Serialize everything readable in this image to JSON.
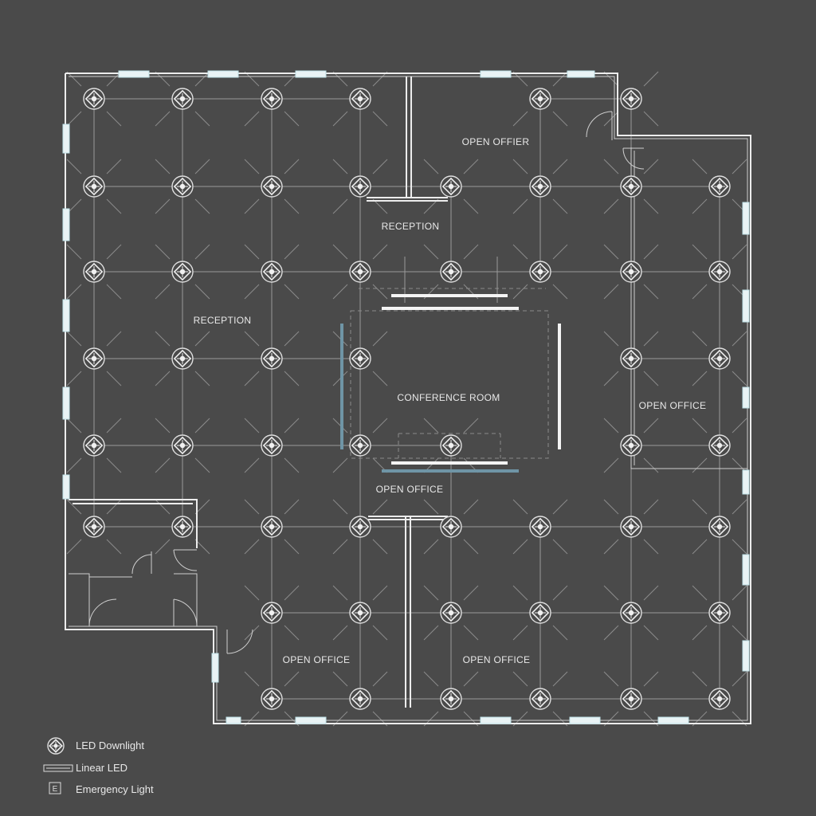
{
  "colors": {
    "background": "#4a4a4a",
    "wall": "#ececec",
    "grid_line": "#9a9a9a",
    "window": "#e9f3f5",
    "linear_led_white": "#f4f4f4",
    "linear_led_blue": "#6f95a6"
  },
  "rooms": [
    {
      "id": "open-offier",
      "label": "OPEN OFFIER"
    },
    {
      "id": "reception-top",
      "label": "RECEPTION"
    },
    {
      "id": "reception-left",
      "label": "RECEPTION"
    },
    {
      "id": "conference-room",
      "label": "CONFERENCE ROOM"
    },
    {
      "id": "open-office-right",
      "label": "OPEN OFFICE"
    },
    {
      "id": "open-office-center",
      "label": "OPEN OFFICE"
    },
    {
      "id": "open-office-bottom-left",
      "label": "OPEN OFFICE"
    },
    {
      "id": "open-office-bottom-right",
      "label": "OPEN OFFICE"
    }
  ],
  "legend": [
    {
      "icon": "led-downlight-icon",
      "label": "LED Downlight"
    },
    {
      "icon": "linear-led-icon",
      "label": "Linear LED"
    },
    {
      "icon": "emergency-light-icon",
      "label": "Emergency Light",
      "glyph": "E"
    }
  ]
}
